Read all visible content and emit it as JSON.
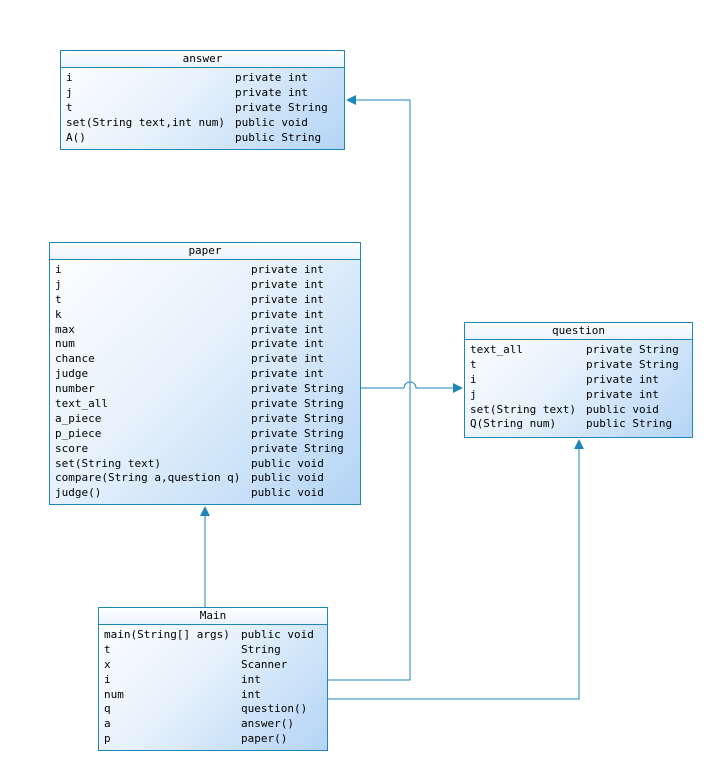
{
  "colors": {
    "line": "#1f86b8",
    "fill_light": "#ffffff",
    "fill_dark": "#b3d4f5"
  },
  "classes": {
    "answer": {
      "name": "answer",
      "members": [
        {
          "name": "i",
          "type": "private int"
        },
        {
          "name": "j",
          "type": "private int"
        },
        {
          "name": "t",
          "type": "private String"
        },
        {
          "name": "set(String text,int num)",
          "type": "public void"
        },
        {
          "name": "A()",
          "type": "public String"
        }
      ]
    },
    "paper": {
      "name": "paper",
      "members": [
        {
          "name": "i",
          "type": "private int"
        },
        {
          "name": "j",
          "type": "private int"
        },
        {
          "name": "t",
          "type": "private int"
        },
        {
          "name": "k",
          "type": "private int"
        },
        {
          "name": "max",
          "type": "private int"
        },
        {
          "name": "num",
          "type": "private int"
        },
        {
          "name": "chance",
          "type": "private int"
        },
        {
          "name": "judge",
          "type": "private int"
        },
        {
          "name": "number",
          "type": "private String"
        },
        {
          "name": "text_all",
          "type": "private String"
        },
        {
          "name": "a_piece",
          "type": "private String"
        },
        {
          "name": "p_piece",
          "type": "private String"
        },
        {
          "name": "score",
          "type": "private String"
        },
        {
          "name": "set(String text)",
          "type": "public void"
        },
        {
          "name": "compare(String a,question q)",
          "type": "public void"
        },
        {
          "name": "judge()",
          "type": "public void"
        }
      ]
    },
    "question": {
      "name": "question",
      "members": [
        {
          "name": "text_all",
          "type": "private String"
        },
        {
          "name": "t",
          "type": "private String"
        },
        {
          "name": "i",
          "type": "private int"
        },
        {
          "name": "j",
          "type": "private int"
        },
        {
          "name": "set(String text)",
          "type": "public void"
        },
        {
          "name": "Q(String num)",
          "type": "public String"
        }
      ]
    },
    "main": {
      "name": "Main",
      "members": [
        {
          "name": "main(String[] args)",
          "type": "public void"
        },
        {
          "name": "t",
          "type": "String"
        },
        {
          "name": "x",
          "type": "Scanner"
        },
        {
          "name": "i",
          "type": "int"
        },
        {
          "name": "num",
          "type": "int"
        },
        {
          "name": "q",
          "type": "question()"
        },
        {
          "name": "a",
          "type": "answer()"
        },
        {
          "name": "p",
          "type": "paper()"
        }
      ]
    }
  }
}
